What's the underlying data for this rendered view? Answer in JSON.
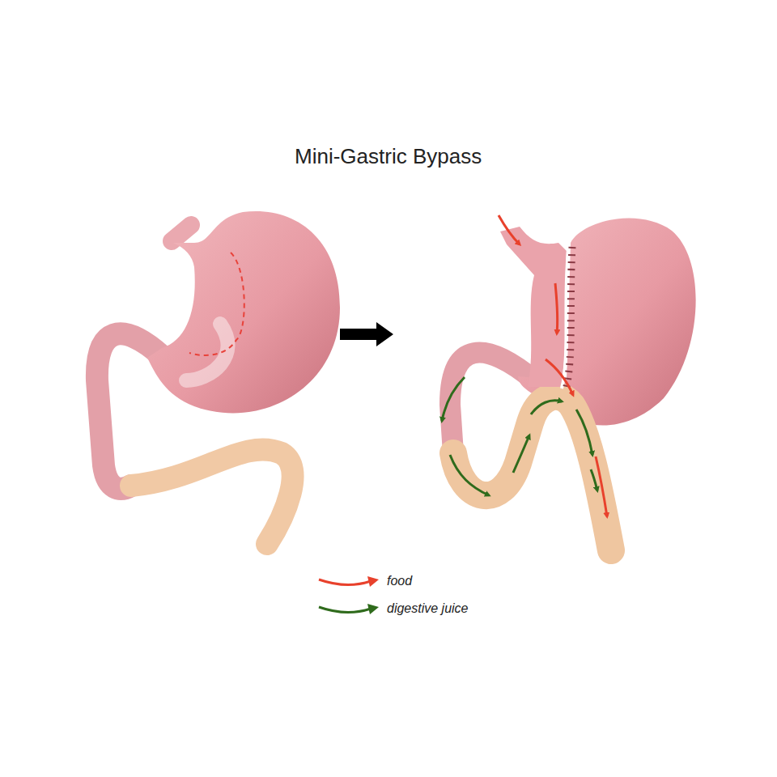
{
  "diagram": {
    "title": "Mini-Gastric Bypass",
    "legend": [
      {
        "text": "food"
      },
      {
        "text": "digestive juice"
      }
    ]
  }
}
